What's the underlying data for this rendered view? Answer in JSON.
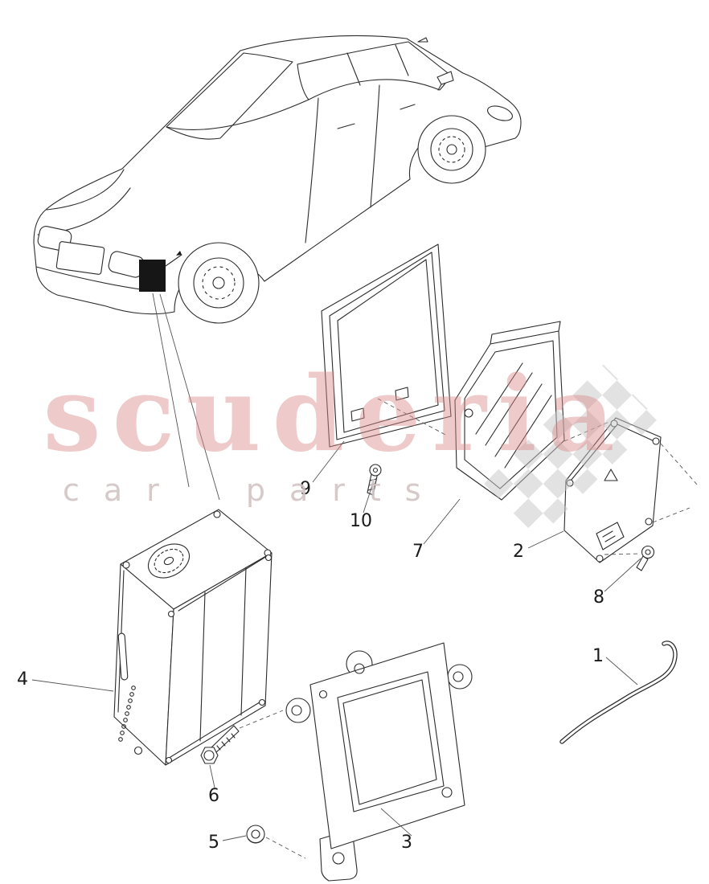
{
  "watermark": {
    "brand": "scuderia",
    "tagline": "car parts",
    "pink": "#db8b8b",
    "gray": "#d2c4c4",
    "checker_gray": "#c4c4c4"
  },
  "line_color": "#2b2b2b",
  "callouts": {
    "c1": "1",
    "c2": "2",
    "c3": "3",
    "c4": "4",
    "c5": "5",
    "c6": "6",
    "c7": "7",
    "c8": "8",
    "c9": "9",
    "c10": "10"
  }
}
